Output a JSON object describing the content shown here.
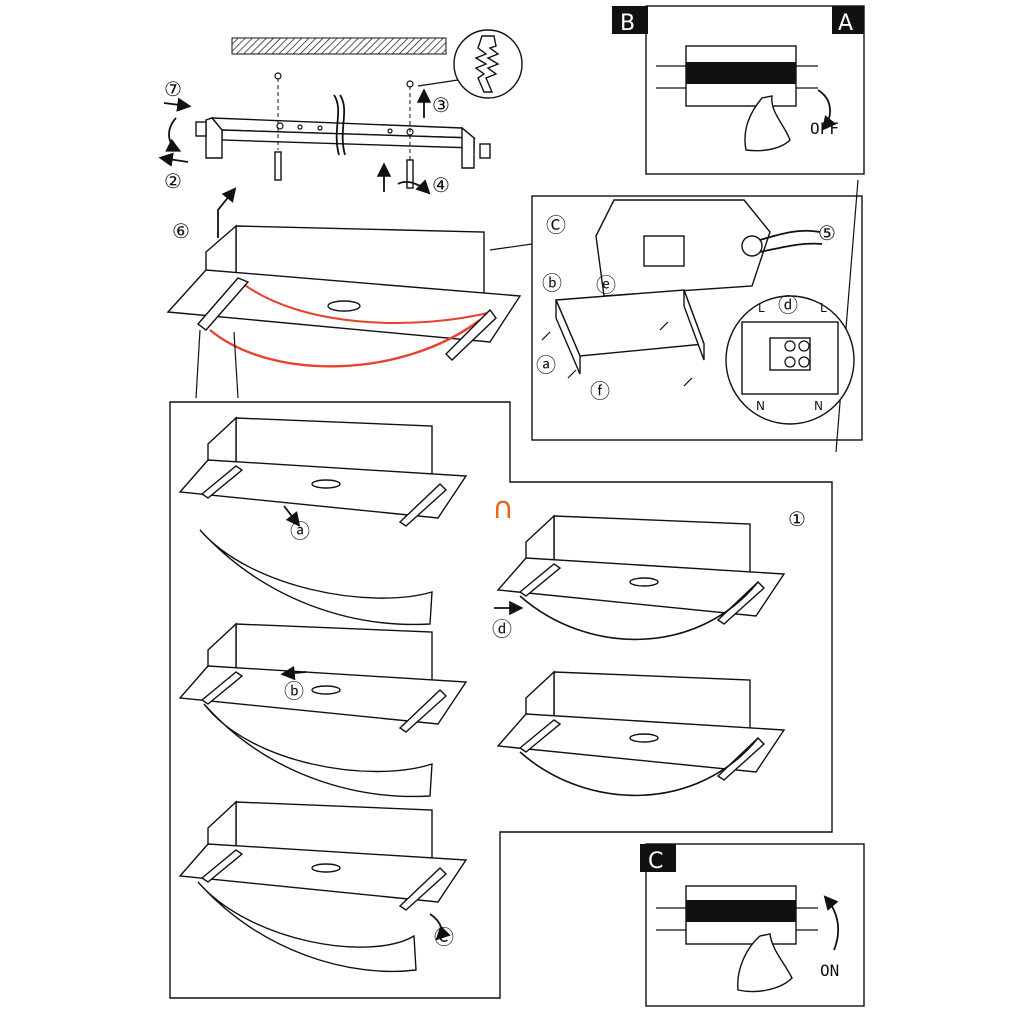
{
  "steps": {
    "s1": "①",
    "s2": "②",
    "s3": "③",
    "s4": "④",
    "s5": "⑤",
    "s6": "⑥",
    "s7": "⑦"
  },
  "substeps": {
    "a": "ⓐ",
    "b": "ⓑ",
    "c": "Ⓒ",
    "d": "ⓓ",
    "e": "ⓔ",
    "f": "ⓕ"
  },
  "panels": {
    "top_right": {
      "tag_left": "B",
      "tag_right": "A",
      "switch_label": "OFF"
    },
    "bottom_right": {
      "tag": "C",
      "switch_label": "ON"
    },
    "wiring": {
      "left_top": "L",
      "right_top": "L",
      "left_bottom": "N",
      "right_bottom": "N"
    }
  },
  "colors": {
    "accent": "#e8412c",
    "orange_symbol": "#e8651c",
    "ink": "#111111"
  },
  "orange_symbol": "∩"
}
